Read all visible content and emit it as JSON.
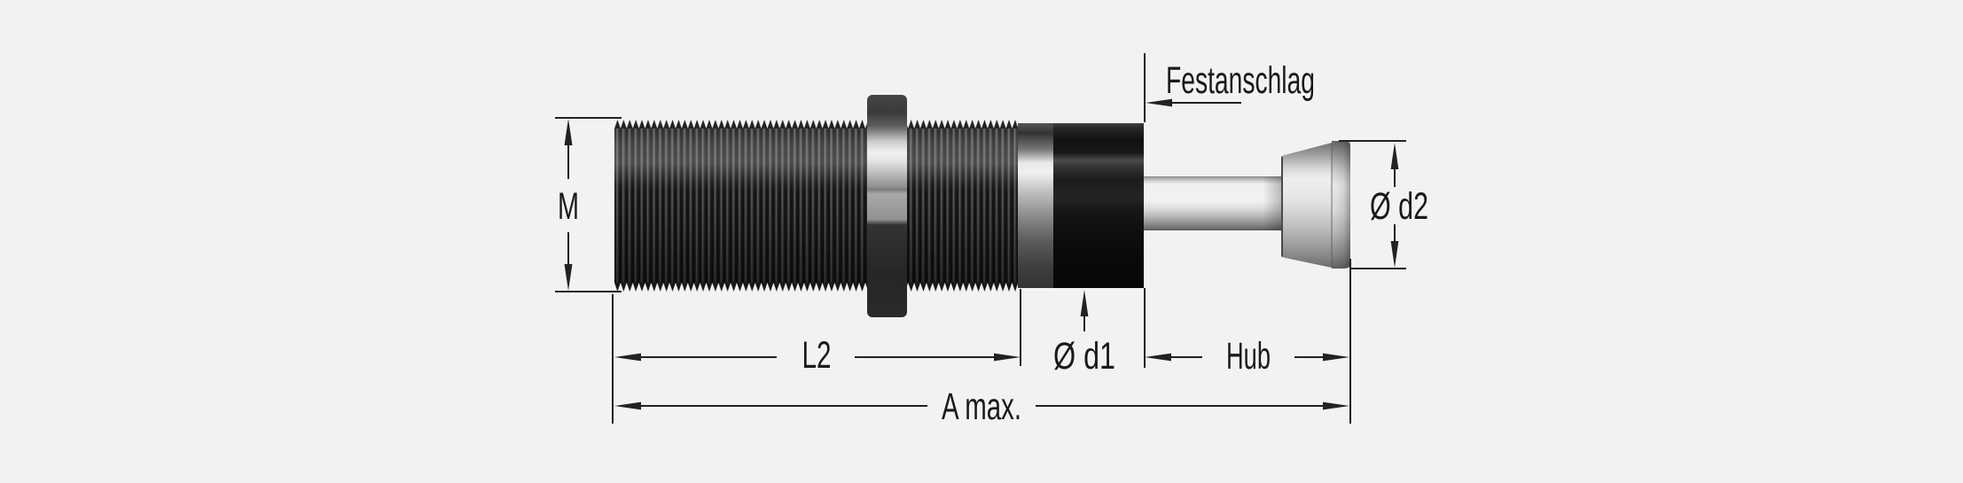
{
  "colors": {
    "background": "#f2f2f2",
    "line": "#222222",
    "text": "#1a1a1a"
  },
  "labels": {
    "thread_size": "M",
    "body_length": "L2",
    "max_length": "A max.",
    "stroke_length": "Hub",
    "body_diameter": "Ø d1",
    "head_diameter": "Ø d2",
    "fixed_stop": "Festanschlag"
  }
}
